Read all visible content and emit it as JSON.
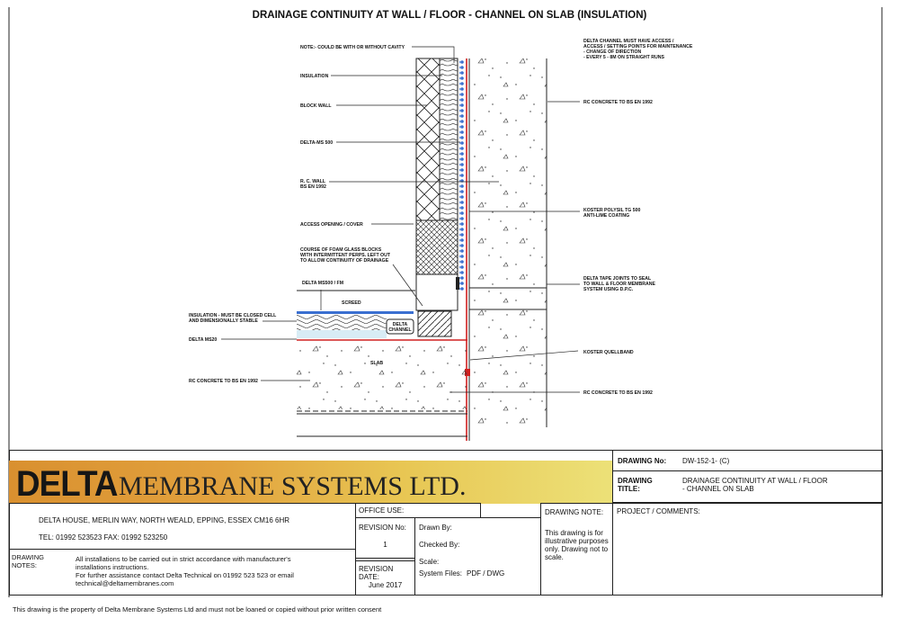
{
  "title": "DRAINAGE CONTINUITY AT WALL / FLOOR - CHANNEL ON SLAB (INSULATION)",
  "labels_left": {
    "note": "NOTE:- COULD BE WITH OR WITHOUT CAVITY",
    "insulation": "INSULATION",
    "block_wall": "BLOCK WALL",
    "delta_ms500": "DELTA-MS 500",
    "rc_wall_1": "R. C. WALL",
    "rc_wall_2": "BS EN 1992",
    "access": "ACCESS OPENING / COVER",
    "foam_1": "COURSE OF FOAM GLASS BLOCKS",
    "foam_2": "WITH INTERMITTENT PERPS. LEFT OUT",
    "foam_3": "TO ALLOW CONTINUITY OF DRAINAGE",
    "ms500fm": "DELTA MS500 / FM",
    "screed": "SCREED",
    "ins_floor_1": "INSULATION - MUST BE CLOSED CELL",
    "ins_floor_2": "AND DIMENSIONALLY STABLE",
    "ms20": "DELTA MS20",
    "channel_1": "DELTA",
    "channel_2": "CHANNEL",
    "slab": "SLAB",
    "rc_concrete": "RC CONCRETE TO BS EN 1992"
  },
  "labels_right": {
    "access_1": "DELTA CHANNEL MUST HAVE ACCESS /",
    "access_2": "ACCESS / SETTING POINTS FOR MAINTENANCE",
    "access_3": "- CHANGE OF DIRECTION",
    "access_4": "- EVERY 5 - 8M ON STRAIGHT RUNS",
    "rc_concrete_top": "RC CONCRETE TO BS EN 1992",
    "koster_1": "KOSTER POLYSIL TG 500",
    "koster_2": "ANTI-LIME COATING",
    "tape_1": "DELTA TAPE JOINTS TO SEAL",
    "tape_2": "TO WALL & FLOOR MEMBRANE",
    "tape_3": "SYSTEM USING D.P.C.",
    "quellband": "KOSTER QUELLBAND",
    "rc_concrete_bottom": "RC CONCRETE TO BS EN 1992"
  },
  "titleblock": {
    "brand_bold": "DELTA",
    "brand_rest": "MEMBRANE SYSTEMS LTD.",
    "drawing_no_label": "DRAWING No:",
    "drawing_no": "DW-152-1- (C)",
    "drawing_title_label_1": "DRAWING",
    "drawing_title_label_2": "TITLE:",
    "drawing_title_1": "DRAINAGE CONTINUITY AT WALL / FLOOR",
    "drawing_title_2": "- CHANNEL ON SLAB",
    "address": "DELTA HOUSE,  MERLIN WAY,  NORTH WEALD,  EPPING,  ESSEX   CM16 6HR",
    "tel": "TEL:  01992 523523     FAX:  01992 523250",
    "notes_label_1": "DRAWING",
    "notes_label_2": "NOTES:",
    "notes_1": "All installations to be carried out in strict accordance with manufacturer's",
    "notes_2": "installations instructions.",
    "notes_3": "For further assistance contact Delta Technical on 01992 523 523 or email",
    "notes_4": "technical@deltamembranes.com",
    "office_use": "OFFICE USE:",
    "revision_no_label": "REVISION No:",
    "revision_no": "1",
    "revision_date_label": "REVISION DATE:",
    "revision_date": "June 2017",
    "drawn_by": "Drawn By:",
    "checked_by": "Checked By:",
    "scale": "Scale:",
    "system_files_label": "System Files:",
    "system_files": "PDF / DWG",
    "drawing_note_label": "DRAWING NOTE:",
    "drawing_note": "This drawing is for illustrative purposes only.  Drawing not to scale.",
    "project_comments": "PROJECT / COMMENTS:"
  },
  "footer": "This drawing is the property of Delta Membrane Systems Ltd and must not be loaned or copied without prior written consent",
  "colors": {
    "membrane_blue": "#3a6fd0",
    "dpc_red": "#d02020",
    "banner_orange": "#d9902f",
    "banner_yellow": "#ece178"
  }
}
